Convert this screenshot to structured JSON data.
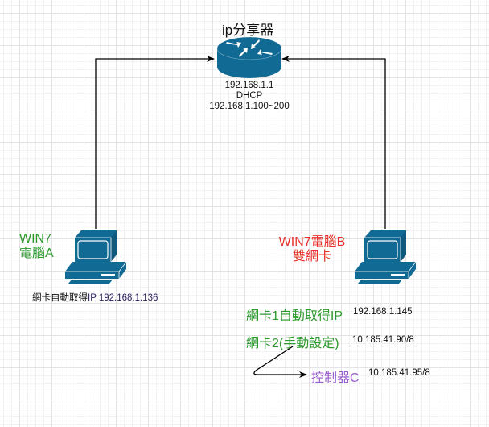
{
  "router": {
    "title": "ip分享器",
    "ip": "192.168.1.1",
    "mode": "DHCP",
    "range": "192.168.1.100~200",
    "color": "#106a94"
  },
  "pc_a": {
    "name_line1": "WIN7",
    "name_line2": "電腦A",
    "nic_desc": "網卡自動取得",
    "ip_label": "IP 192.168.1.136",
    "label_color": "#2d9a2d"
  },
  "pc_b": {
    "name_line1": "WIN7電腦B",
    "name_line2": "雙網卡",
    "label_color": "#e8302a",
    "nic1": {
      "label": "網卡1自動取得IP",
      "ip": "192.168.1.145"
    },
    "nic2": {
      "label": "網卡2(手動設定)",
      "ip": "10.185.41.90/8"
    }
  },
  "controller": {
    "label": "控制器C",
    "ip": "10.185.41.95/8",
    "label_color": "#9a5cd0"
  },
  "icon_color": "#106a94"
}
